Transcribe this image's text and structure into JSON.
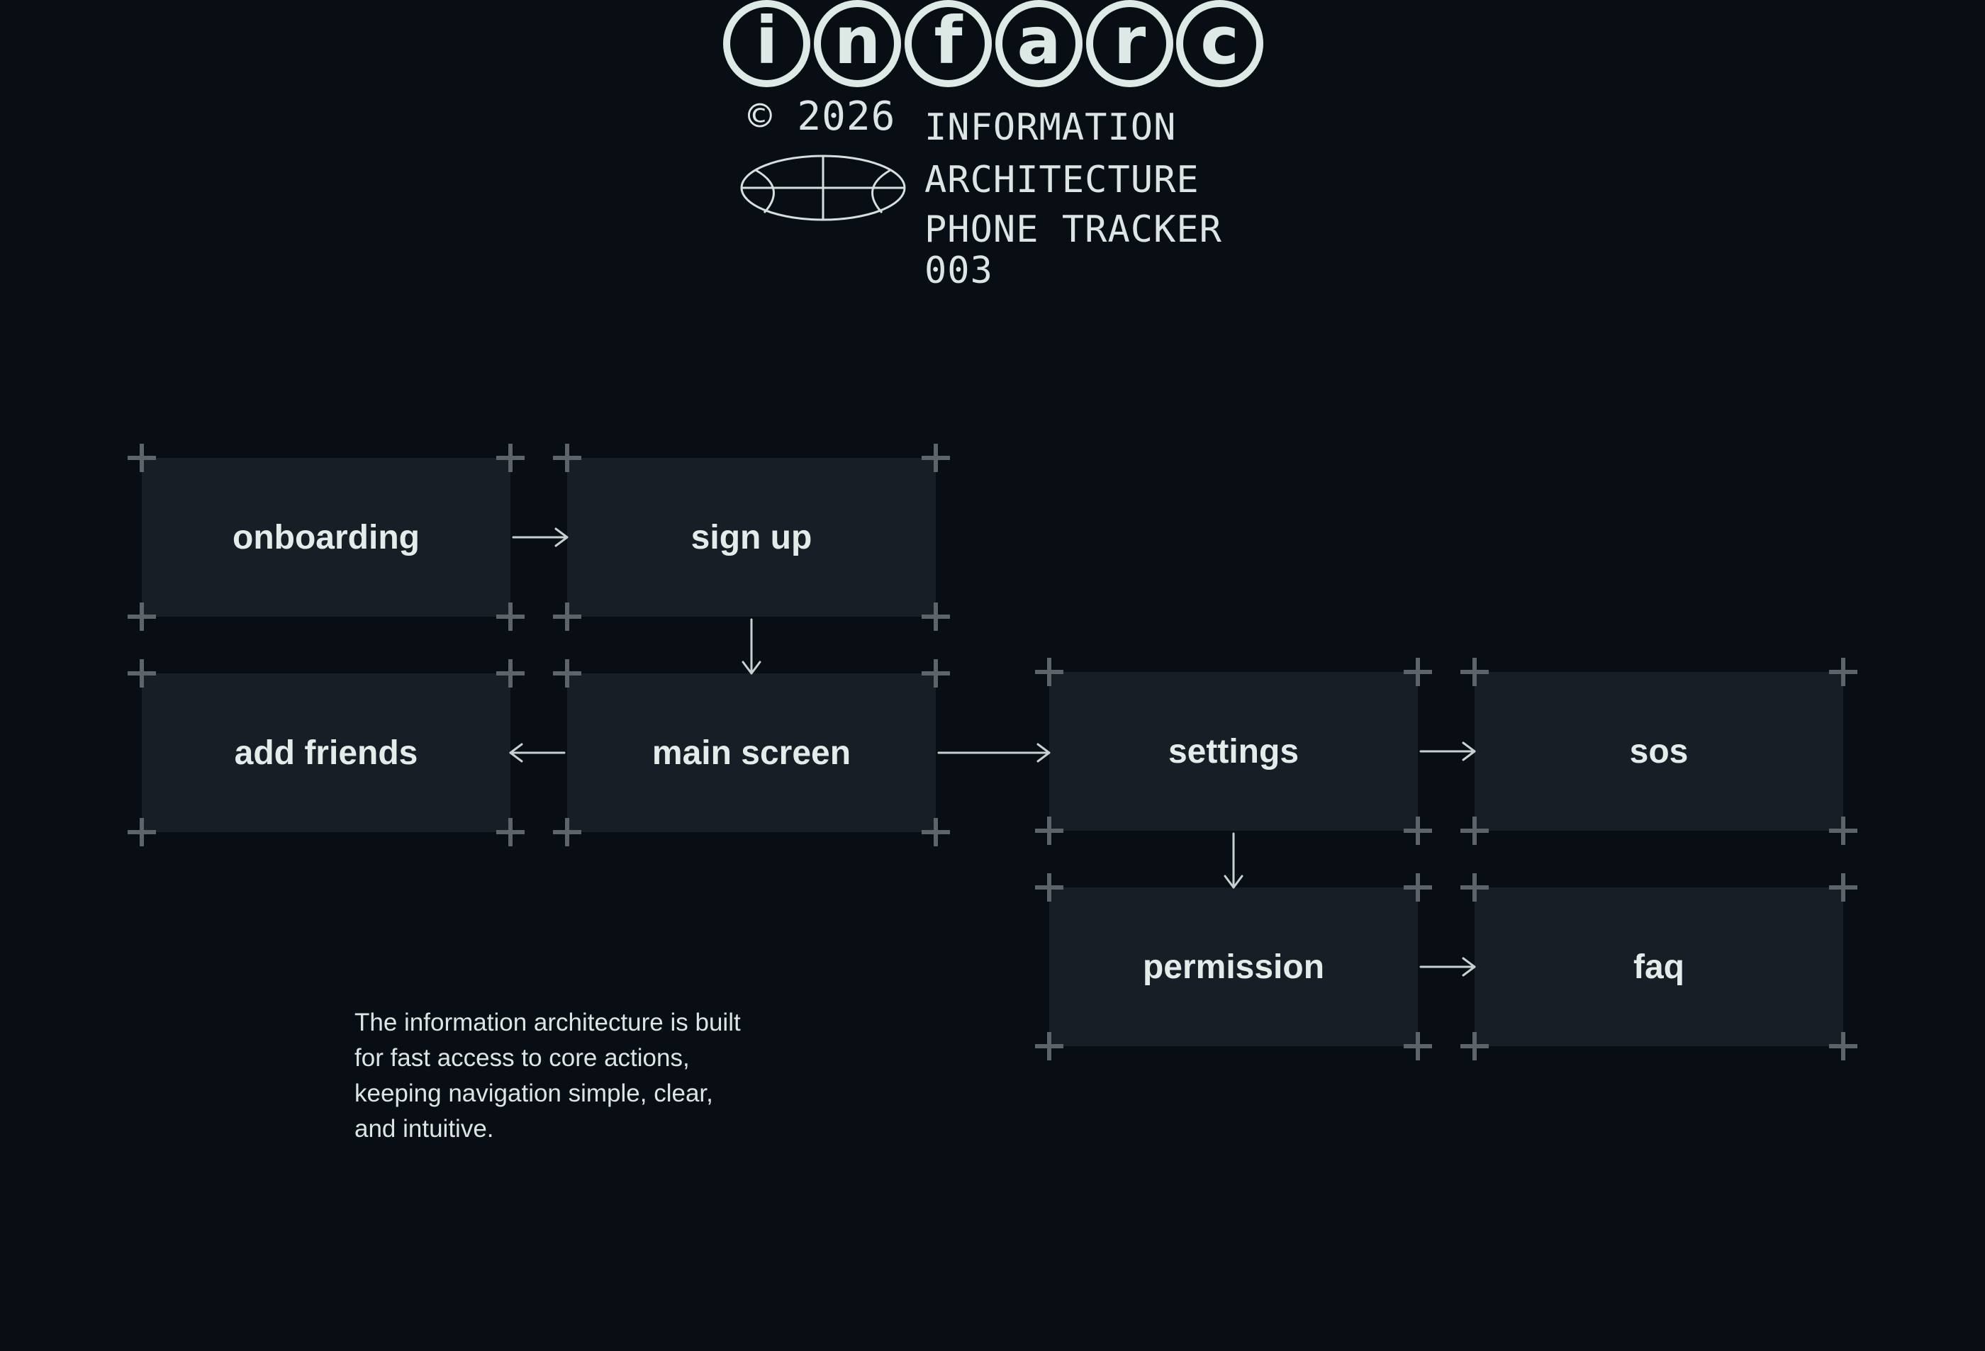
{
  "logo": {
    "letters": [
      "i",
      "n",
      "f",
      "a",
      "r",
      "c"
    ]
  },
  "header": {
    "copyright": "© 2026",
    "title_lines": [
      "INFORMATION",
      "ARCHITECTURE",
      "PHONE TRACKER",
      "003"
    ]
  },
  "icons": {
    "globe": "globe-icon"
  },
  "nodes": {
    "onboarding": "onboarding",
    "sign_up": "sign up",
    "add_friends": "add friends",
    "main_screen": "main screen",
    "settings": "settings",
    "sos": "sos",
    "permission": "permission",
    "faq": "faq"
  },
  "edges": [
    {
      "from": "onboarding",
      "to": "sign up"
    },
    {
      "from": "sign up",
      "to": "main screen"
    },
    {
      "from": "main screen",
      "to": "add friends"
    },
    {
      "from": "main screen",
      "to": "settings"
    },
    {
      "from": "settings",
      "to": "sos"
    },
    {
      "from": "settings",
      "to": "permission"
    },
    {
      "from": "permission",
      "to": "faq"
    }
  ],
  "description": "The information architecture is built for fast access to core actions, keeping navigation simple, clear, and intuitive.",
  "colors": {
    "background": "#080e14",
    "node_fill": "#181e25",
    "text": "#e4ecea",
    "crosshair": "#5d646a",
    "arrow": "#c9d1d0"
  }
}
